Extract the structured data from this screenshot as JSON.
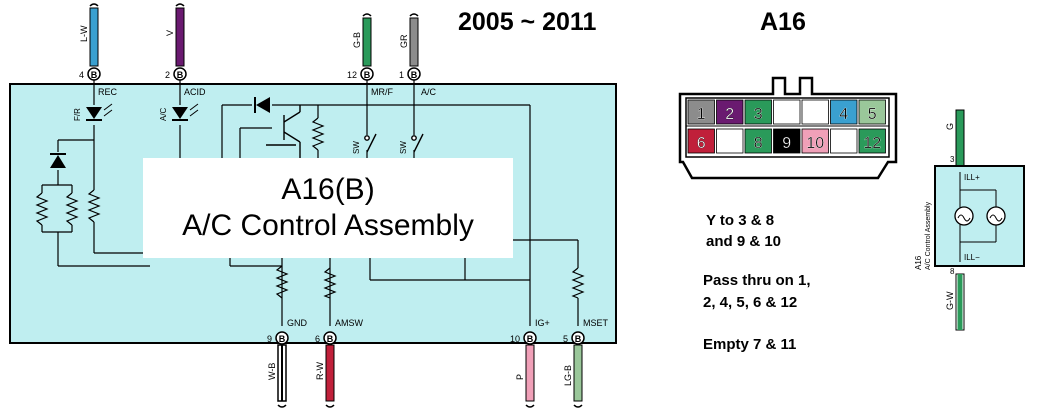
{
  "header": {
    "years": "2005 ~ 2011",
    "connector_id": "A16"
  },
  "assembly": {
    "designation": "A16(B)",
    "name": "A/C Control Assembly"
  },
  "top_pins": [
    {
      "num": "4",
      "wire": "L-W",
      "func": "REC",
      "color": "#3aa0d0"
    },
    {
      "num": "2",
      "wire": "V",
      "func": "ACID",
      "color": "#6a1a70"
    },
    {
      "num": "12",
      "wire": "G-B",
      "func": "MR/F",
      "color": "#2a9a5a"
    },
    {
      "num": "1",
      "wire": "GR",
      "func": "A/C",
      "color": "#8c8c8c"
    }
  ],
  "bottom_pins": [
    {
      "num": "9",
      "wire": "W-B",
      "func": "GND",
      "color": "#000000"
    },
    {
      "num": "6",
      "wire": "R-W",
      "func": "AMSW",
      "color": "#c0203a"
    },
    {
      "num": "10",
      "wire": "P",
      "func": "IG+",
      "color": "#f0a0b8"
    },
    {
      "num": "5",
      "wire": "LG-B",
      "func": "MSET",
      "color": "#9ac79a"
    }
  ],
  "component_labels": {
    "fr": "F/R",
    "ac": "A/C",
    "sw1": "SW",
    "sw2": "SW"
  },
  "connector_face": {
    "top_row": [
      {
        "n": "1",
        "fill": "#8c8c8c"
      },
      {
        "n": "2",
        "fill": "#6a1a70"
      },
      {
        "n": "3",
        "fill": "#2a9a5a"
      },
      {
        "n": "",
        "fill": "#ffffff"
      },
      {
        "n": "",
        "fill": "#ffffff"
      },
      {
        "n": "4",
        "fill": "#3aa0d0"
      },
      {
        "n": "5",
        "fill": "#9ac79a"
      }
    ],
    "bottom_row": [
      {
        "n": "6",
        "fill": "#c0203a"
      },
      {
        "n": "",
        "fill": "#ffffff"
      },
      {
        "n": "8",
        "fill": "#2a9a5a"
      },
      {
        "n": "9",
        "fill": "#000000"
      },
      {
        "n": "10",
        "fill": "#f0a0b8"
      },
      {
        "n": "",
        "fill": "#ffffff"
      },
      {
        "n": "12",
        "fill": "#2a9a5a"
      }
    ]
  },
  "notes": {
    "line1": "Y to 3 & 8",
    "line2": "and 9 & 10",
    "line3": "Pass thru on 1,",
    "line4": "2, 4, 5, 6 & 12",
    "line5": "Empty 7 & 11"
  },
  "illumination": {
    "designation": "A16",
    "name": "A/C Control Assembly",
    "top_wire": "G",
    "top_pin": "3",
    "top_func": "ILL+",
    "bottom_pin": "8",
    "bottom_func": "ILL−",
    "bottom_wire": "G-W"
  },
  "colors": {
    "panel": "#bfeef0",
    "outline": "#000000"
  }
}
